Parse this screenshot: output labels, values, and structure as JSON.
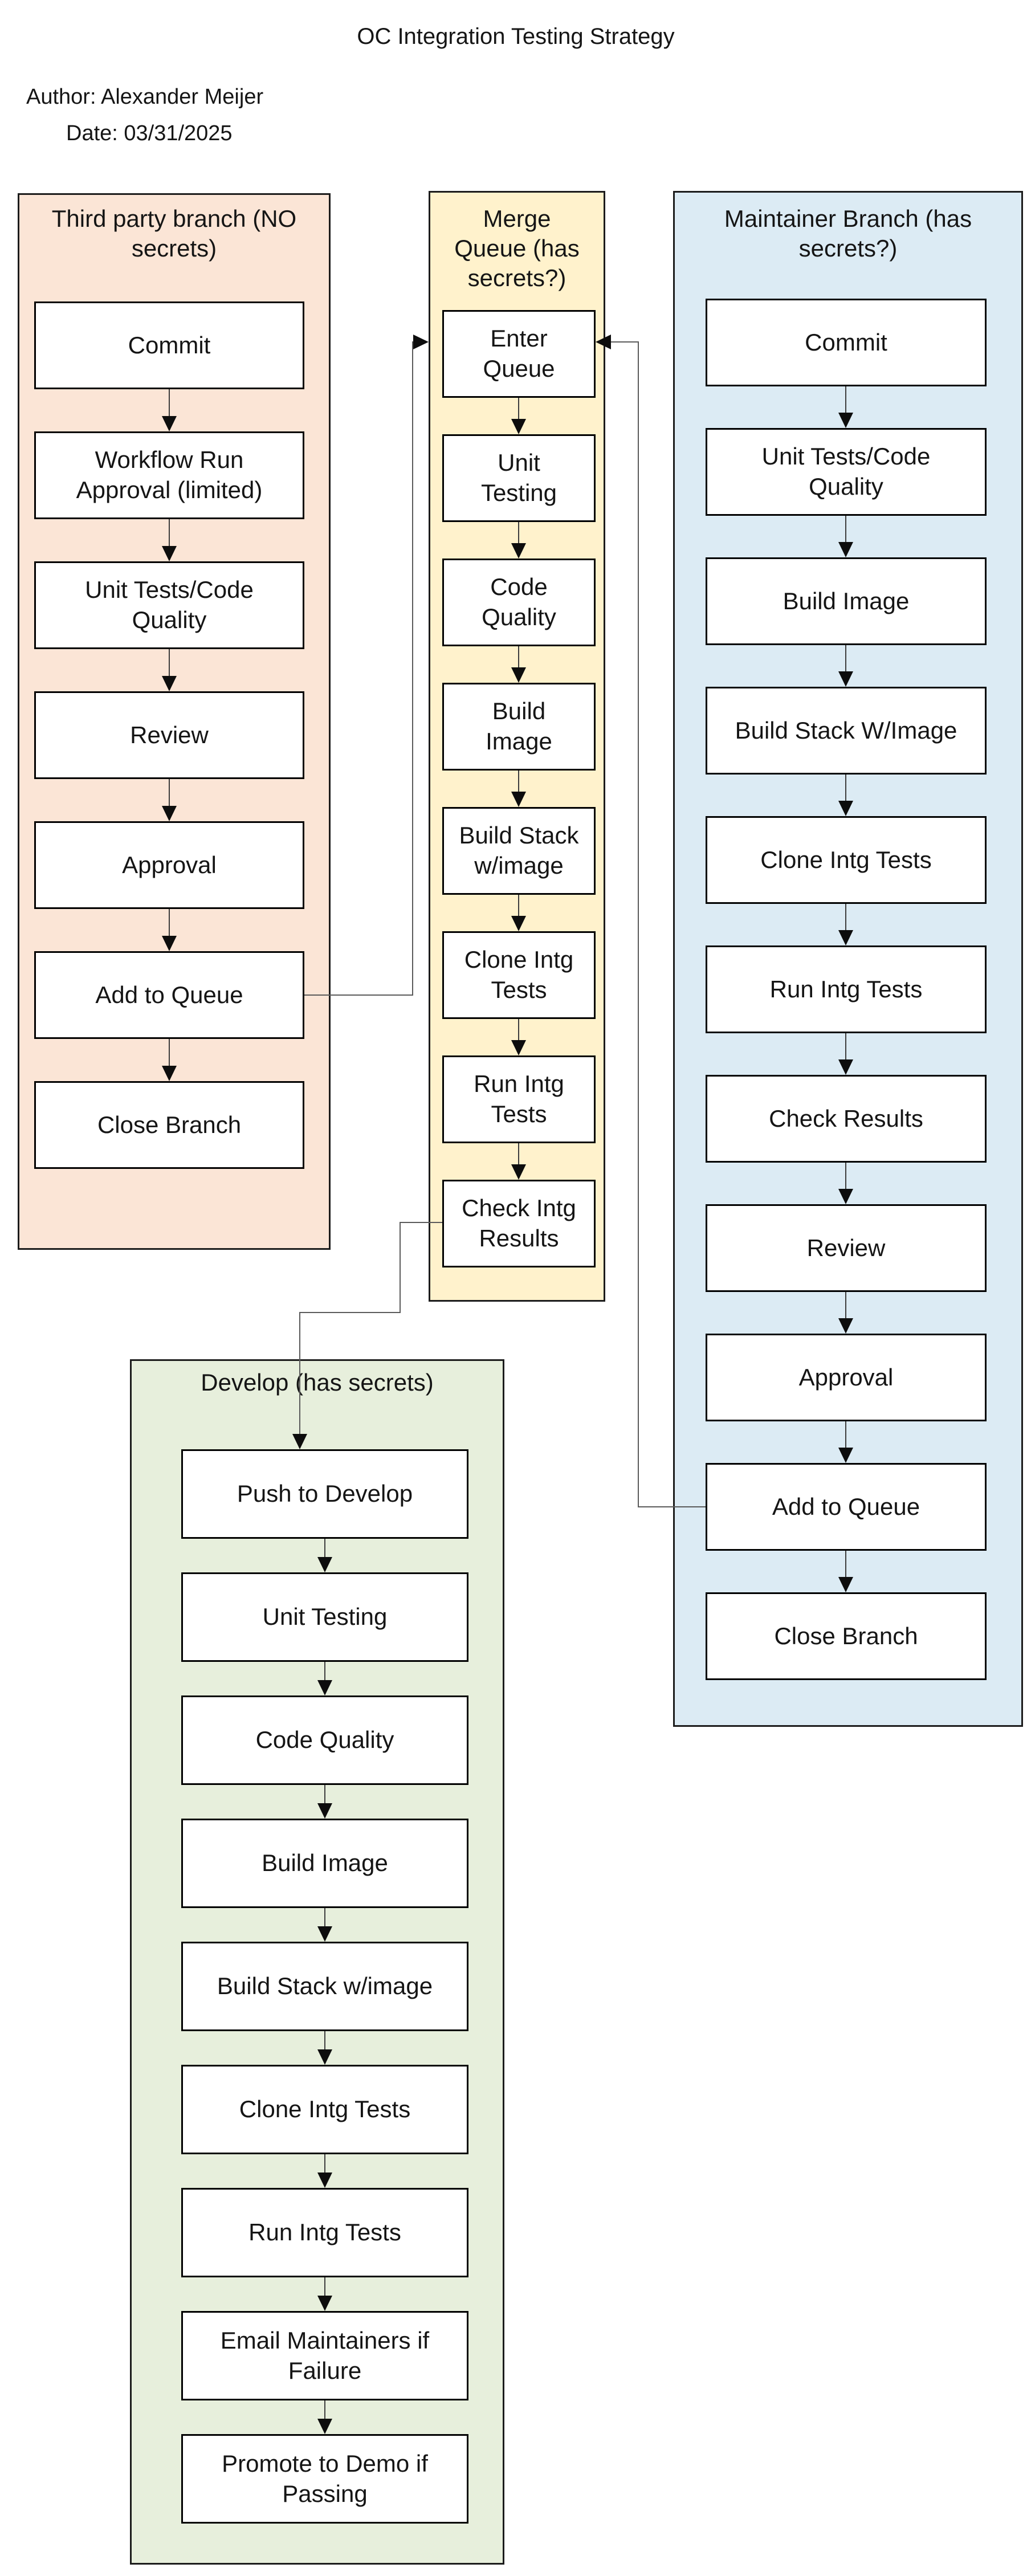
{
  "header": {
    "title": "OC Integration Testing Strategy",
    "author_line": "Author: Alexander Meijer",
    "date_line": "Date: 03/31/2025"
  },
  "lanes": [
    {
      "id": "third-party-branch",
      "title": "Third party branch (NO\nsecrets)",
      "fill": "#FBE5D6",
      "steps": [
        "Commit",
        "Workflow Run\nApproval (limited)",
        "Unit Tests/Code\nQuality",
        "Review",
        "Approval",
        "Add to Queue",
        "Close Branch"
      ]
    },
    {
      "id": "merge-queue",
      "title": "Merge\nQueue (has\nsecrets?)",
      "fill": "#FFF2CC",
      "steps": [
        "Enter\nQueue",
        "Unit\nTesting",
        "Code\nQuality",
        "Build\nImage",
        "Build Stack\nw/image",
        "Clone Intg\nTests",
        "Run Intg\nTests",
        "Check Intg\nResults"
      ]
    },
    {
      "id": "maintainer-branch",
      "title": "Maintainer Branch (has\nsecrets?)",
      "fill": "#DCEBF4",
      "steps": [
        "Commit",
        "Unit Tests/Code\nQuality",
        "Build Image",
        "Build Stack W/Image",
        "Clone Intg Tests",
        "Run Intg Tests",
        "Check Results",
        "Review",
        "Approval",
        "Add to Queue",
        "Close Branch"
      ]
    },
    {
      "id": "develop",
      "title": "Develop (has secrets)",
      "fill": "#E7EFDC",
      "steps": [
        "Push to Develop",
        "Unit Testing",
        "Code Quality",
        "Build Image",
        "Build Stack w/image",
        "Clone Intg Tests",
        "Run Intg Tests",
        "Email Maintainers if\nFailure",
        "Promote to Demo if\nPassing"
      ]
    }
  ]
}
